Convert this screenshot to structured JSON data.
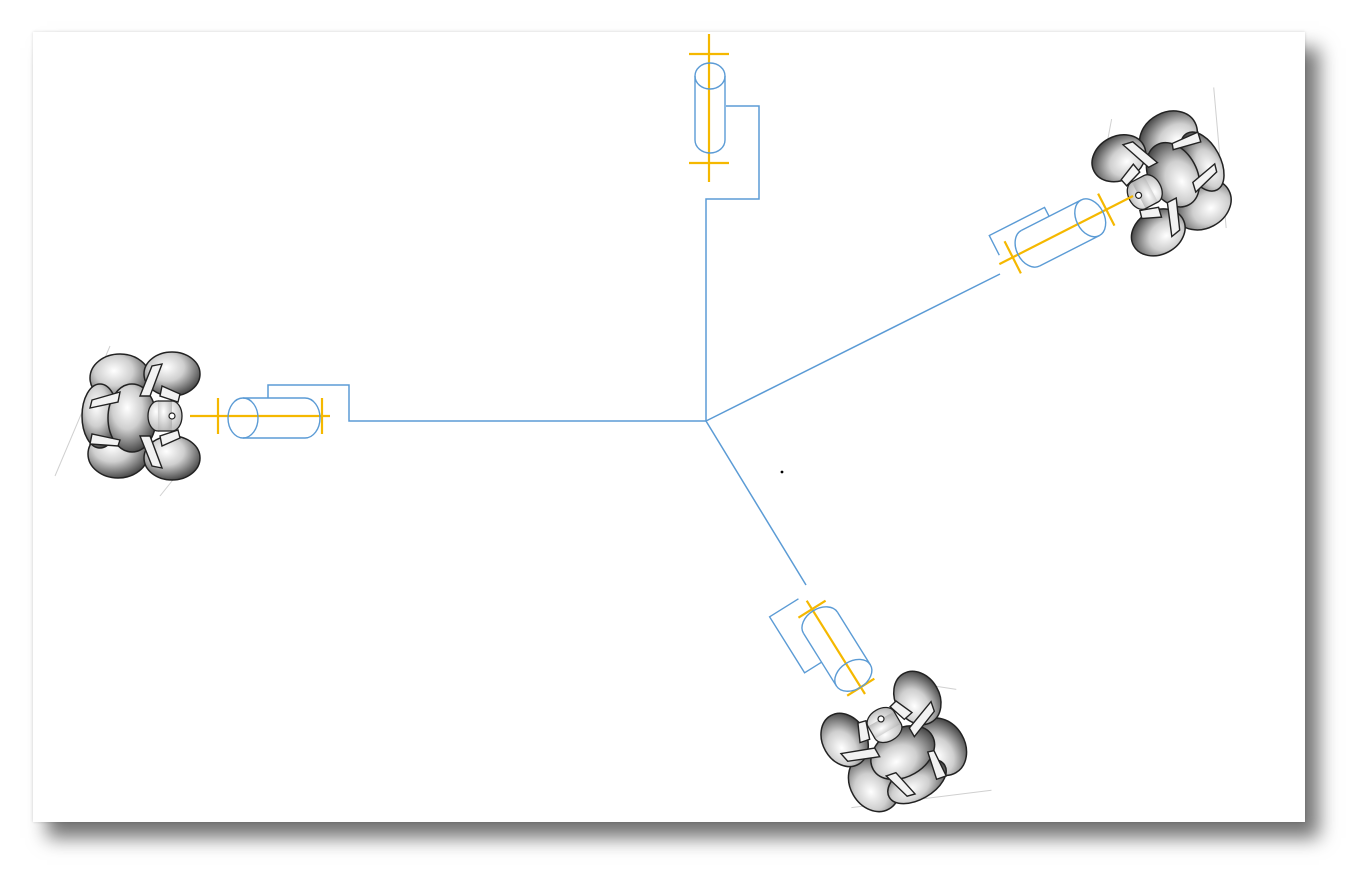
{
  "diagram": {
    "type": "omni-wheel-robot-schematic",
    "colors": {
      "frame_line": "#5b9bd5",
      "axle_line": "#f5b800",
      "wheel_dark": "#2a2a2a",
      "wheel_fill": "#d6d6d6",
      "background": "#ffffff"
    },
    "arms": [
      {
        "name": "arm-left",
        "has_wheel": true
      },
      {
        "name": "arm-top",
        "has_wheel": false
      },
      {
        "name": "arm-right",
        "has_wheel": true
      },
      {
        "name": "arm-bottom",
        "has_wheel": true
      }
    ],
    "icons": [
      "omni-wheel-icon",
      "motor-cylinder-icon"
    ]
  }
}
